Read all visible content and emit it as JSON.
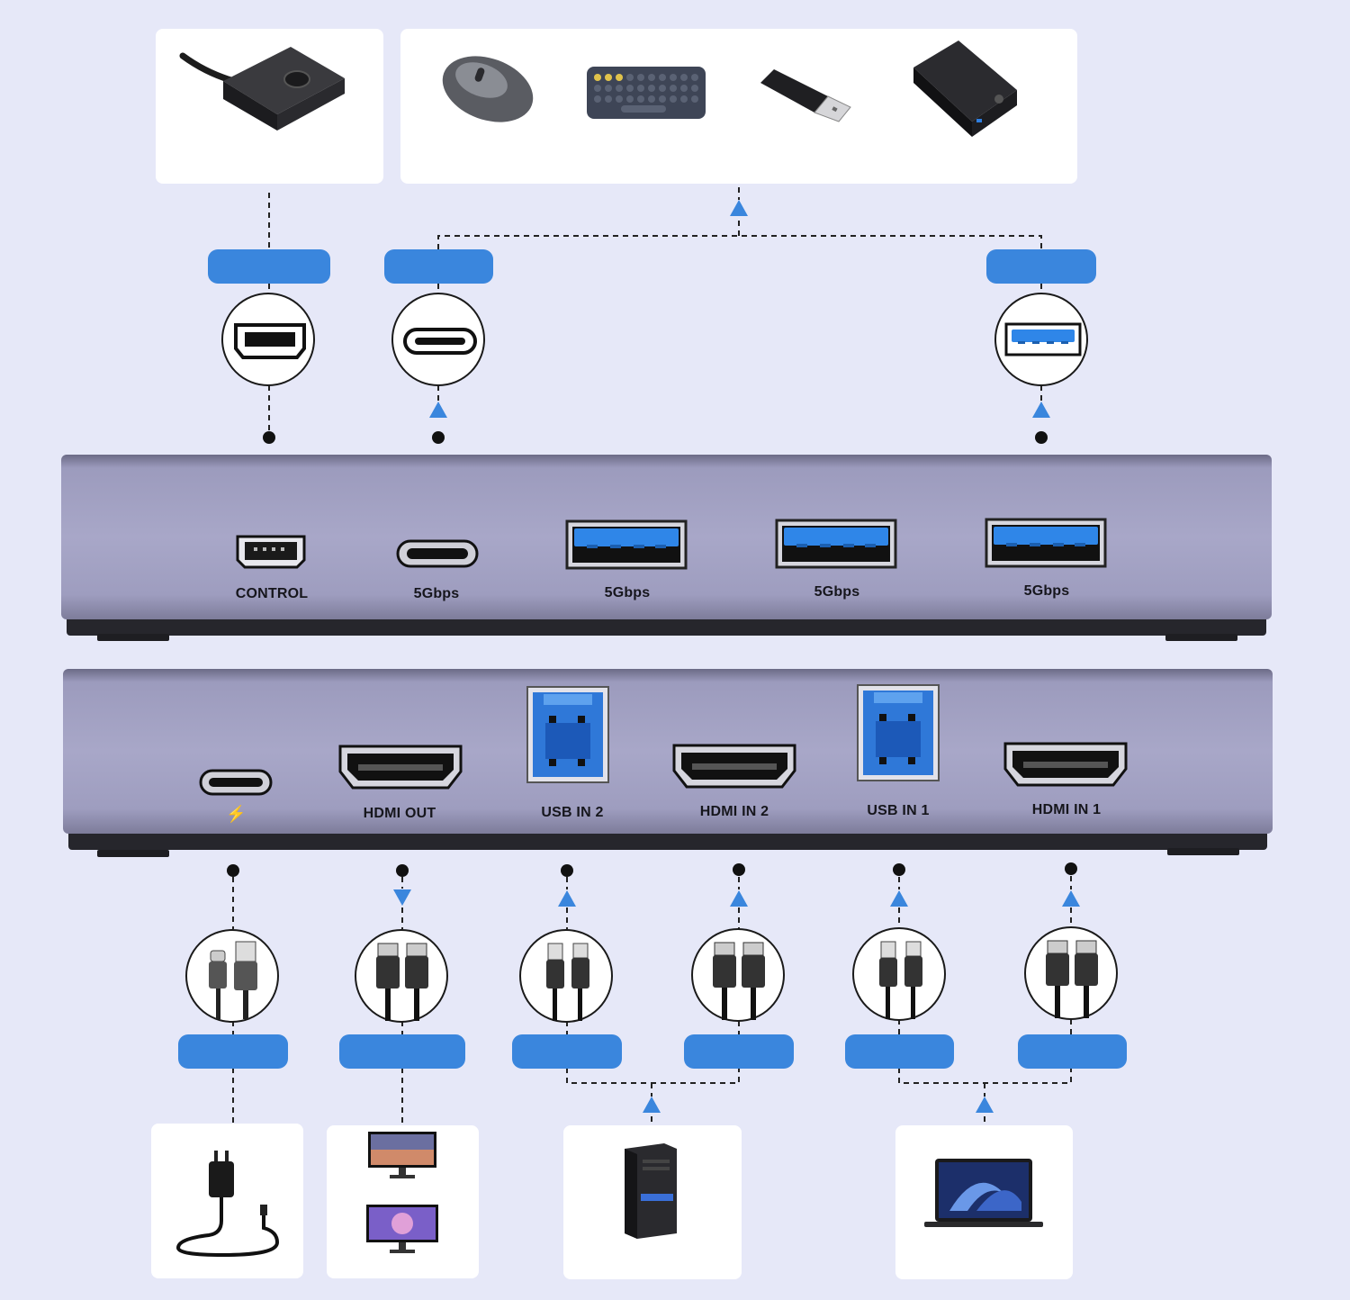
{
  "top_panel": {
    "ports": [
      {
        "id": "control",
        "label": "CONTROL",
        "icon": "mini-usb-port-icon"
      },
      {
        "id": "usbc-data",
        "label": "5Gbps",
        "icon": "usb-c-port-icon"
      },
      {
        "id": "usba-1",
        "label": "5Gbps",
        "icon": "usb-a-port-icon"
      },
      {
        "id": "usba-2",
        "label": "5Gbps",
        "icon": "usb-a-port-icon"
      },
      {
        "id": "usba-3",
        "label": "5Gbps",
        "icon": "usb-a-port-icon"
      }
    ]
  },
  "bottom_panel": {
    "ports": [
      {
        "id": "power",
        "label": "",
        "icon": "usb-c-power-port-icon",
        "symbol": "⚡"
      },
      {
        "id": "hdmi-out",
        "label": "HDMI OUT",
        "icon": "hdmi-port-icon"
      },
      {
        "id": "usb-in-2",
        "label": "USB IN 2",
        "icon": "usb-b-port-icon"
      },
      {
        "id": "hdmi-in-2",
        "label": "HDMI IN 2",
        "icon": "hdmi-port-icon"
      },
      {
        "id": "usb-in-1",
        "label": "USB IN 1",
        "icon": "usb-b-port-icon"
      },
      {
        "id": "hdmi-in-1",
        "label": "HDMI IN 1",
        "icon": "hdmi-port-icon"
      }
    ]
  },
  "peripherals": [
    "wired-remote-switch-icon",
    "mouse-icon",
    "keyboard-icon",
    "usb-flash-drive-icon",
    "external-hard-drive-icon"
  ],
  "sources": [
    "power-adapter-icon",
    "monitor-icon",
    "desktop-pc-icon",
    "laptop-icon"
  ],
  "colors": {
    "accent": "#3a86dd",
    "device": "#a3a2c4",
    "background": "#e6e8f8"
  }
}
